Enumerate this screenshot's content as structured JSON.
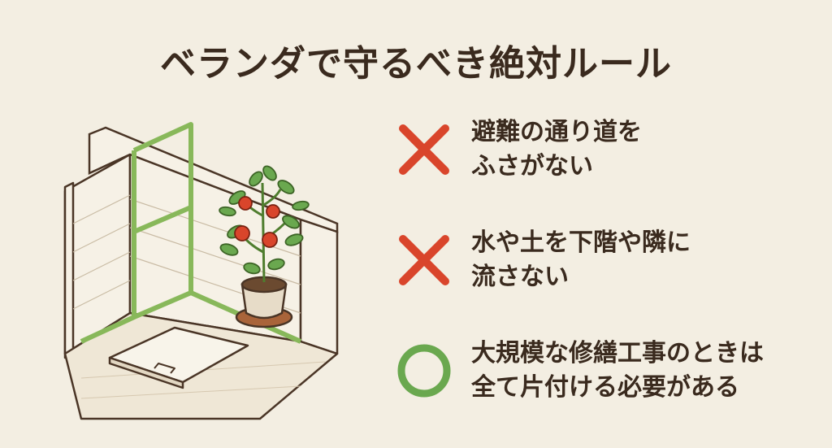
{
  "title": "ベランダで守るべき絶対ルール",
  "colors": {
    "background": "#f3eee2",
    "text": "#3a2a1e",
    "ng_mark": "#d9452b",
    "ok_mark": "#6aa84f",
    "frame_green": "#88b85a"
  },
  "illustration": {
    "subject": "balcony-with-tomato-plant-and-floor-hatch"
  },
  "rules": [
    {
      "mark": "cross",
      "text": "避難の通り道を\nふさがない"
    },
    {
      "mark": "cross",
      "text": "水や土を下階や隣に\n流さない"
    },
    {
      "mark": "circle",
      "text": "大規模な修繕工事のときは\n全て片付ける必要がある"
    }
  ]
}
